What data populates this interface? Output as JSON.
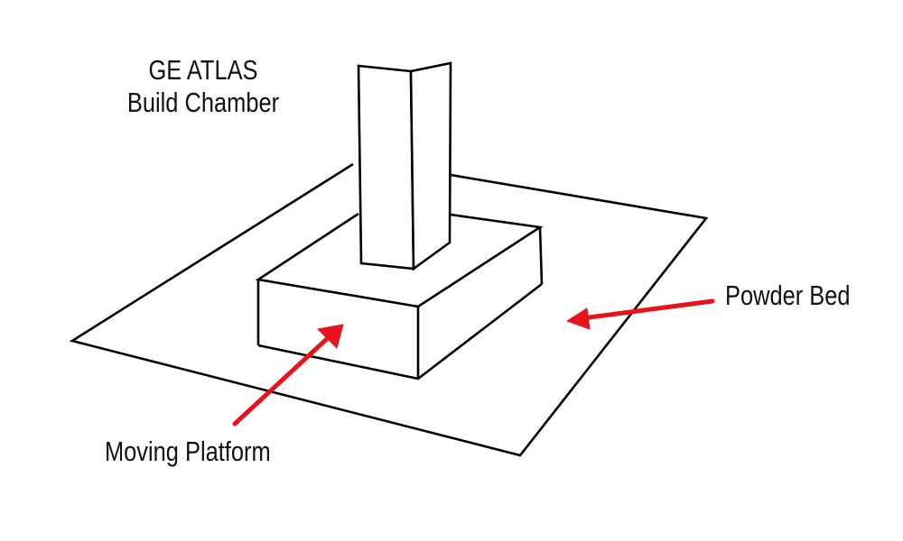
{
  "title": {
    "line1": "GE ATLAS",
    "line2": "Build Chamber"
  },
  "labels": {
    "powder_bed": "Powder Bed",
    "moving_platform": "Moving Platform"
  },
  "colors": {
    "line": "#000000",
    "arrow": "#e8131b",
    "background": "#ffffff"
  }
}
